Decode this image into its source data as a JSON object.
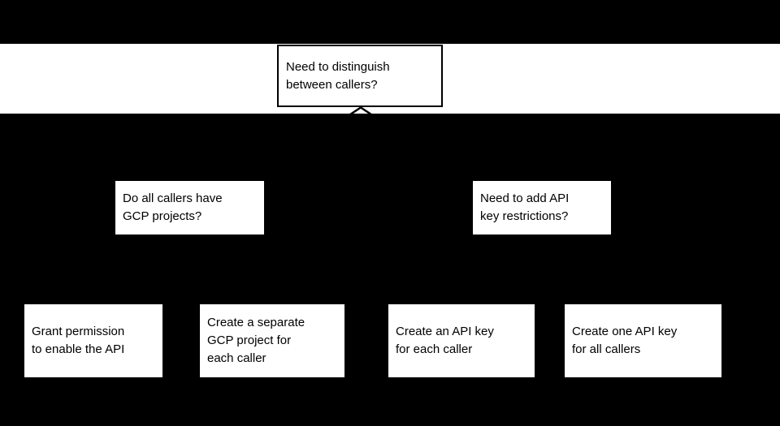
{
  "colors": {
    "background": "#000000",
    "band_fill": "#ffffff",
    "node_fill": "#ffffff",
    "node_text": "#000000",
    "node_border": "#000000",
    "connector": "#000000"
  },
  "flowchart": {
    "root": {
      "lines": [
        "Need to distinguish",
        "between callers?"
      ]
    },
    "decisions": [
      {
        "lines": [
          "Do all callers have",
          "GCP projects?"
        ]
      },
      {
        "lines": [
          "Need to add API",
          "key restrictions?"
        ]
      }
    ],
    "outcomes": [
      {
        "lines": [
          "Grant permission",
          "to enable the API"
        ]
      },
      {
        "lines": [
          "Create a separate",
          "GCP project for",
          "each caller"
        ]
      },
      {
        "lines": [
          "Create an API key",
          "for each caller"
        ]
      },
      {
        "lines": [
          "Create one API key",
          "for all callers"
        ]
      }
    ]
  }
}
